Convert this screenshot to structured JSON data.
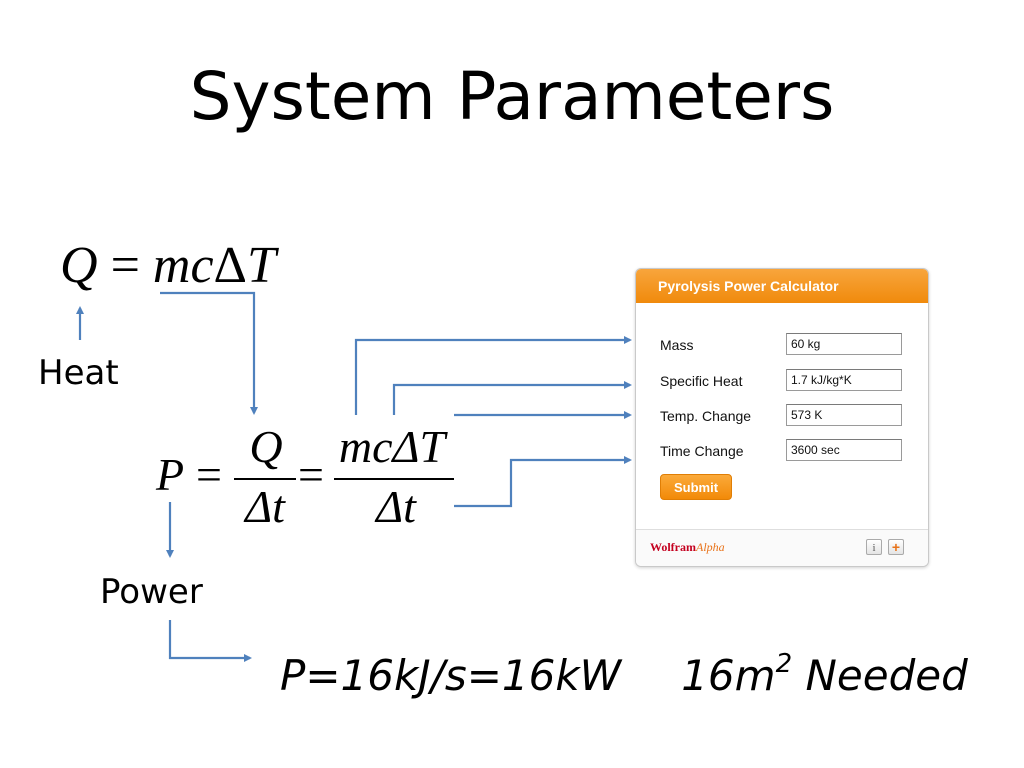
{
  "slide": {
    "title": "System Parameters"
  },
  "equations": {
    "heat_eq_lhs": "Q",
    "heat_eq_equals": "=",
    "heat_eq_rhs_mc": "mc",
    "heat_eq_rhs_delta": "Δ",
    "heat_eq_rhs_T": "T",
    "power_lhs": "P",
    "equals": "=",
    "frac1_num": "Q",
    "frac1_den": "Δt",
    "frac2_num": "mcΔT",
    "frac2_den": "Δt"
  },
  "labels": {
    "heat": "Heat",
    "power": "Power"
  },
  "result": {
    "power_value": "P=16kJ/s=16kW",
    "area_prefix": "16m",
    "area_exponent": "2",
    "area_suffix": "Needed"
  },
  "widget": {
    "title": "Pyrolysis Power Calculator",
    "fields": [
      {
        "label": "Mass",
        "value": "60 kg"
      },
      {
        "label": "Specific Heat",
        "value": "1.7 kJ/kg*K"
      },
      {
        "label": "Temp. Change",
        "value": "573 K"
      },
      {
        "label": "Time Change",
        "value": "3600 sec"
      }
    ],
    "submit_label": "Submit",
    "footer_logo_part1": "Wolfram",
    "footer_logo_part2": "Alpha",
    "info_button": "i",
    "add_button": "+",
    "accent_color": "#f28a08",
    "arrow_color": "#4f81bd"
  }
}
